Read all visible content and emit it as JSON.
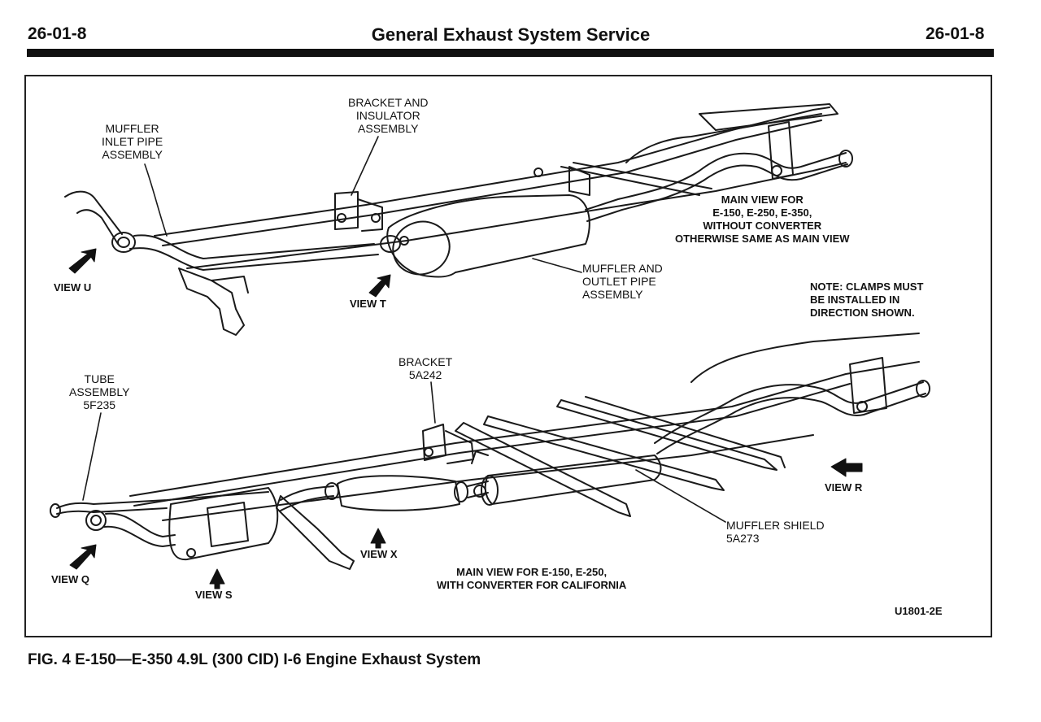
{
  "header": {
    "page_left": "26-01-8",
    "title": "General Exhaust System Service",
    "page_right": "26-01-8"
  },
  "labels": {
    "muffler_inlet": "MUFFLER\nINLET PIPE\nASSEMBLY",
    "bracket_insulator": "BRACKET AND\nINSULATOR\nASSEMBLY",
    "main_view_no_converter": "MAIN VIEW FOR\nE-150, E-250, E-350,\nWITHOUT CONVERTER\nOTHERWISE SAME AS MAIN VIEW",
    "muffler_outlet": "MUFFLER AND\nOUTLET PIPE\nASSEMBLY",
    "note": "NOTE: CLAMPS MUST\nBE INSTALLED IN\nDIRECTION SHOWN.",
    "view_u": "VIEW U",
    "view_t": "VIEW T",
    "tube_assembly": "TUBE\nASSEMBLY\n5F235",
    "bracket_5a242": "BRACKET\n5A242",
    "view_r": "VIEW R",
    "muffler_shield": "MUFFLER SHIELD\n5A273",
    "view_q": "VIEW Q",
    "view_s": "VIEW S",
    "view_x": "VIEW X",
    "main_view_converter": "MAIN VIEW FOR E-150, E-250,\nWITH CONVERTER FOR CALIFORNIA",
    "figure_code": "U1801-2E"
  },
  "caption": "FIG. 4 E-150—E-350 4.9L (300 CID) I-6 Engine Exhaust System"
}
